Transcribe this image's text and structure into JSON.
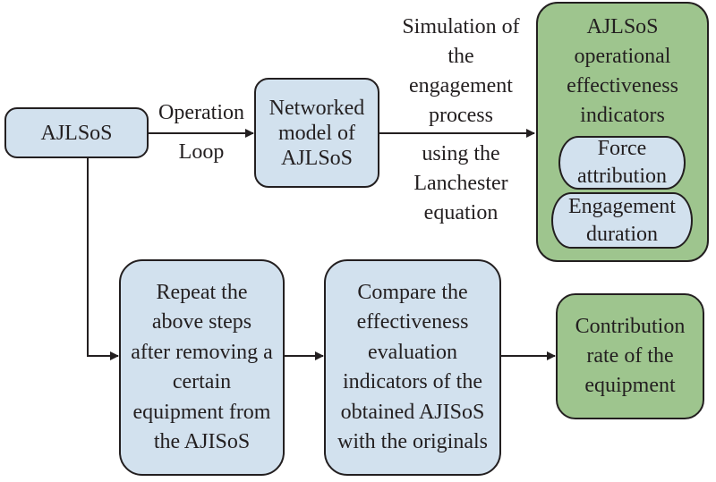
{
  "diagram": {
    "nodes": {
      "ajlsos": {
        "label": "AJLSoS"
      },
      "networked_model": {
        "label": "Networked model of AJLSoS"
      },
      "indicators": {
        "label": "AJLSoS operational effectiveness indicators",
        "items": [
          {
            "label": "Force attribution"
          },
          {
            "label": "Engagement duration"
          }
        ]
      },
      "repeat_steps": {
        "label": "Repeat the above steps after removing a certain equipment from the AJISoS"
      },
      "compare": {
        "label": "Compare the effectiveness evaluation indicators of the obtained AJISoS with the originals"
      },
      "contribution": {
        "label": "Contribution rate of the equipment"
      }
    },
    "edge_labels": {
      "operation_top": "Operation",
      "operation_bottom": "Loop",
      "simulation_top": "Simulation of the engagement process",
      "simulation_bottom": "using the Lanchester equation"
    },
    "colors": {
      "blue_fill": "#d2e1ee",
      "green_fill": "#9ec58e",
      "stroke": "#231f20"
    }
  }
}
